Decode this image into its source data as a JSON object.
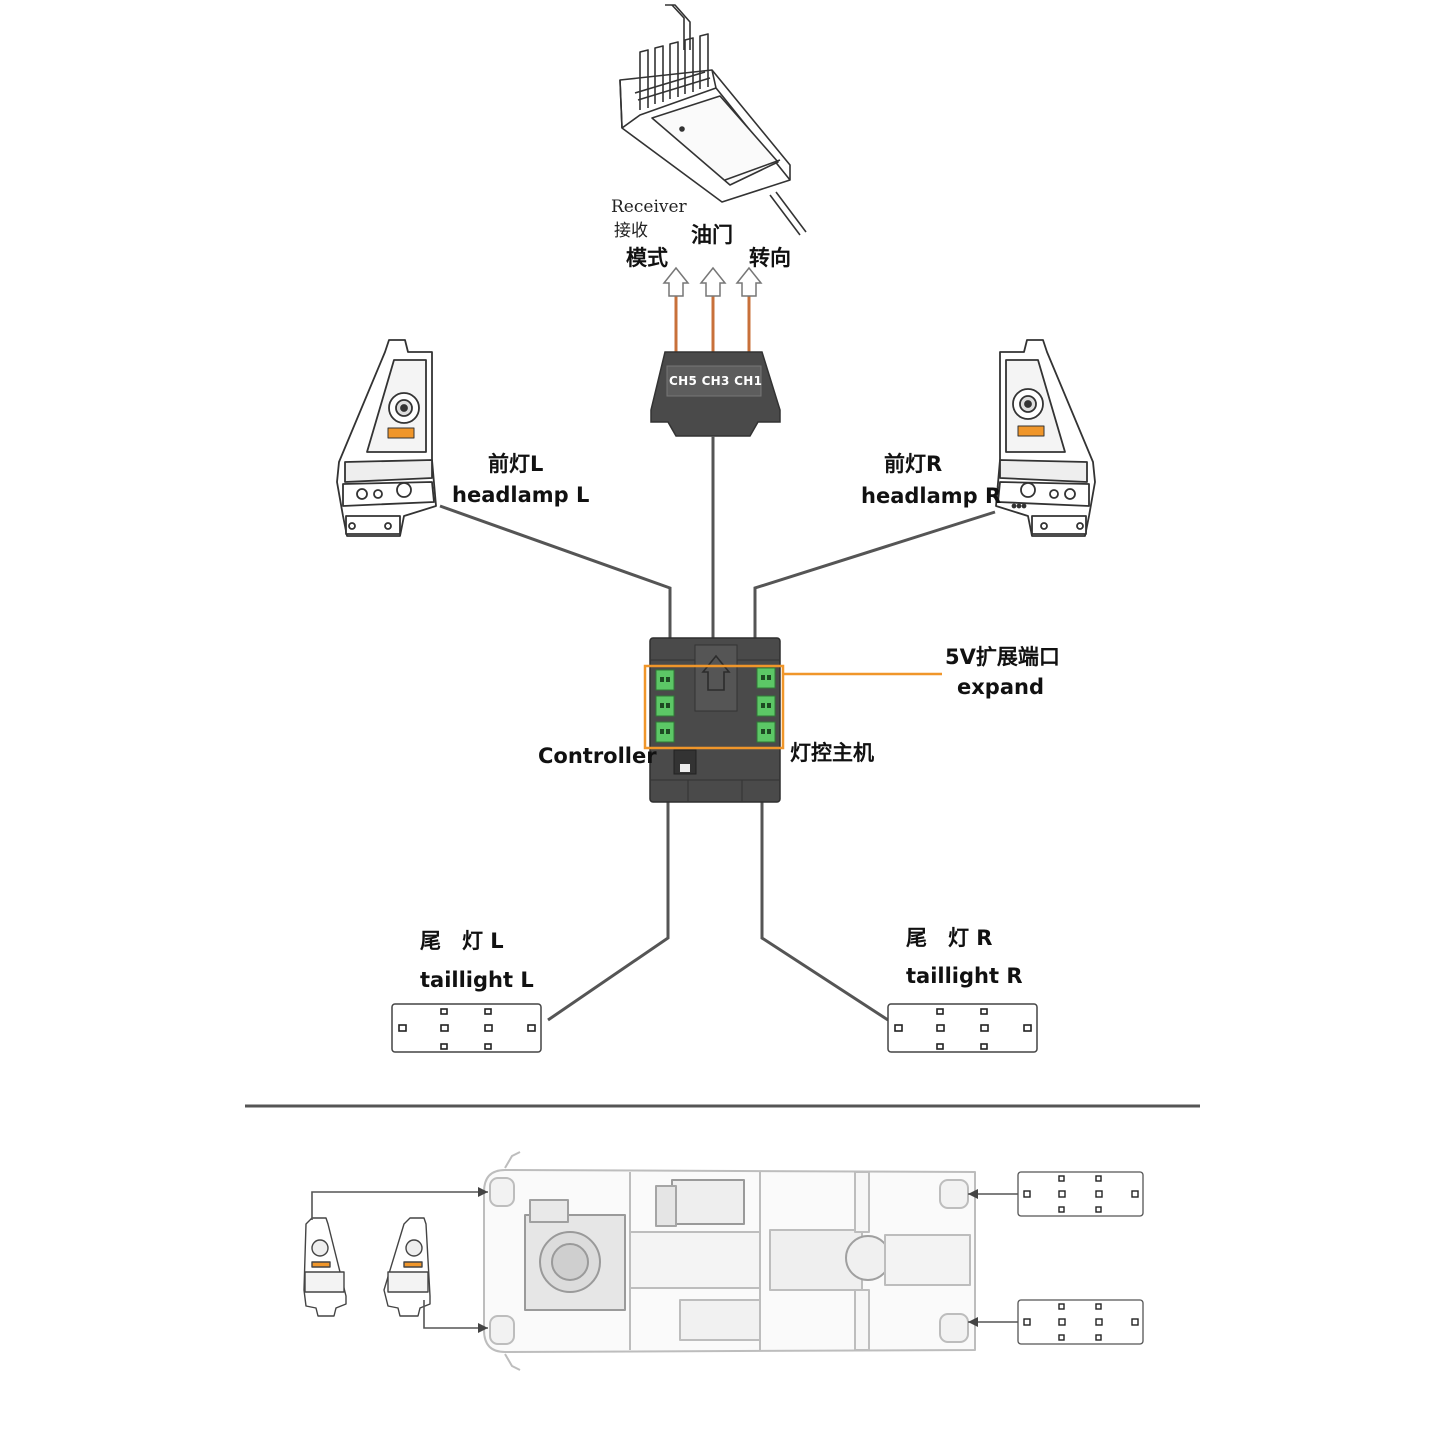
{
  "receiver": {
    "label_en": "Receiver",
    "label_cn": "接收"
  },
  "channels": {
    "mode": "模式",
    "throttle": "油门",
    "steering": "转向",
    "module_label": "CH5 CH3 CH1"
  },
  "headlamp_left": {
    "cn": "前灯L",
    "en": "headlamp L"
  },
  "headlamp_right": {
    "cn": "前灯R",
    "en": "headlamp R"
  },
  "controller": {
    "en": "Controller",
    "cn": "灯控主机"
  },
  "expand": {
    "cn": "5V扩展端口",
    "en": "expand"
  },
  "taillight_left": {
    "cn": "尾　灯 L",
    "en": "taillight L"
  },
  "taillight_right": {
    "cn": "尾　灯 R",
    "en": "taillight R"
  },
  "colors": {
    "wire": "#555555",
    "signal_wire": "#c8703a",
    "highlight": "#f0962a",
    "port": "#5cc766",
    "device": "#4a4a4a"
  }
}
